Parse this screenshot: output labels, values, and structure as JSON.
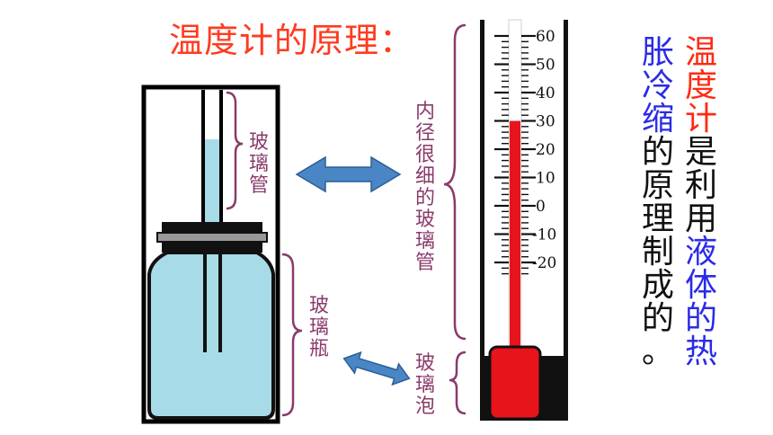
{
  "title": "温度计的原理：",
  "labels": {
    "tube": "玻璃管",
    "bottle": "玻璃瓶",
    "thin_tube": "内径很细的玻璃管",
    "bulb": "玻璃泡"
  },
  "thermometer": {
    "scale": [
      "60",
      "50",
      "40",
      "30",
      "20",
      "10",
      "0",
      "-10",
      "-20"
    ],
    "liquid_level": 30
  },
  "explanation": {
    "col1": [
      {
        "text": "温",
        "color": "red"
      },
      {
        "text": "度",
        "color": "red"
      },
      {
        "text": "计",
        "color": "red"
      },
      {
        "text": "是",
        "color": "black"
      },
      {
        "text": "利",
        "color": "black"
      },
      {
        "text": "用",
        "color": "black"
      },
      {
        "text": "液",
        "color": "blue"
      },
      {
        "text": "体",
        "color": "blue"
      },
      {
        "text": "的",
        "color": "blue"
      },
      {
        "text": "热",
        "color": "blue"
      }
    ],
    "col2": [
      {
        "text": "胀",
        "color": "blue"
      },
      {
        "text": "冷",
        "color": "blue"
      },
      {
        "text": "缩",
        "color": "blue"
      },
      {
        "text": "的",
        "color": "black"
      },
      {
        "text": "原",
        "color": "black"
      },
      {
        "text": "理",
        "color": "black"
      },
      {
        "text": "制",
        "color": "black"
      },
      {
        "text": "成",
        "color": "black"
      },
      {
        "text": "的",
        "color": "black"
      },
      {
        "text": "。",
        "color": "black"
      }
    ]
  },
  "colors": {
    "title": "#ff3b1f",
    "label": "#8a3a6b",
    "arrow": "#4a86c5",
    "liquid_light": "#a8dbe8",
    "thermo_red": "#e8141b"
  }
}
